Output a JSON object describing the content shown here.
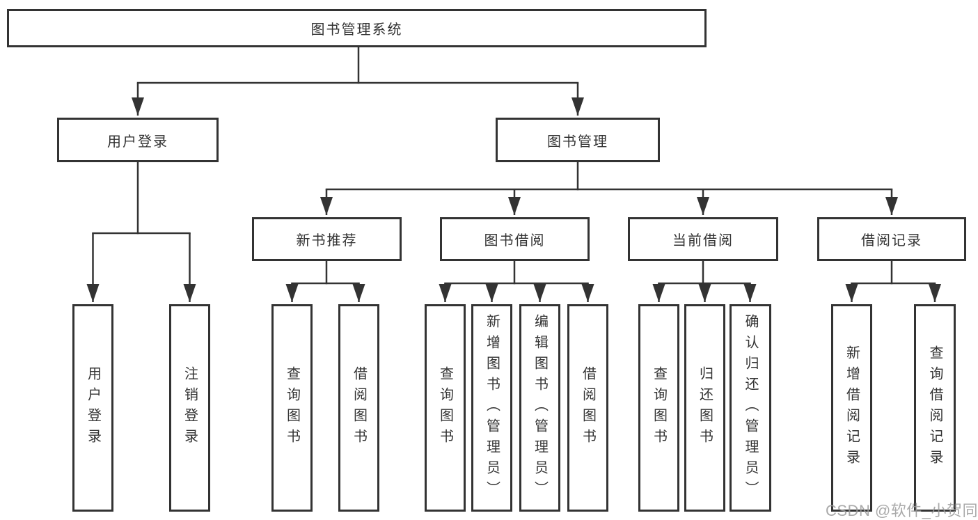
{
  "colors": {
    "line": "#333333",
    "text": "#333333",
    "background": "#ffffff",
    "watermark": "#9c9c9c"
  },
  "tree": {
    "root": {
      "label": "图书管理系统"
    },
    "branches": [
      {
        "label": "用户登录",
        "leaves": [
          {
            "label": "用户登录"
          },
          {
            "label": "注销登录"
          }
        ]
      },
      {
        "label": "图书管理",
        "sections": [
          {
            "label": "新书推荐",
            "leaves": [
              {
                "label": "查询图书"
              },
              {
                "label": "借阅图书"
              }
            ]
          },
          {
            "label": "图书借阅",
            "leaves": [
              {
                "label": "查询图书"
              },
              {
                "label": "新增图书（管理员）"
              },
              {
                "label": "编辑图书（管理员）"
              },
              {
                "label": "借阅图书"
              }
            ]
          },
          {
            "label": "当前借阅",
            "leaves": [
              {
                "label": "查询图书"
              },
              {
                "label": "归还图书"
              },
              {
                "label": "确认归还（管理员）"
              }
            ]
          },
          {
            "label": "借阅记录",
            "leaves": [
              {
                "label": "新增借阅记录"
              },
              {
                "label": "查询借阅记录"
              }
            ]
          }
        ]
      }
    ]
  },
  "watermark": {
    "text": "CSDN @软件_小贺同学"
  }
}
